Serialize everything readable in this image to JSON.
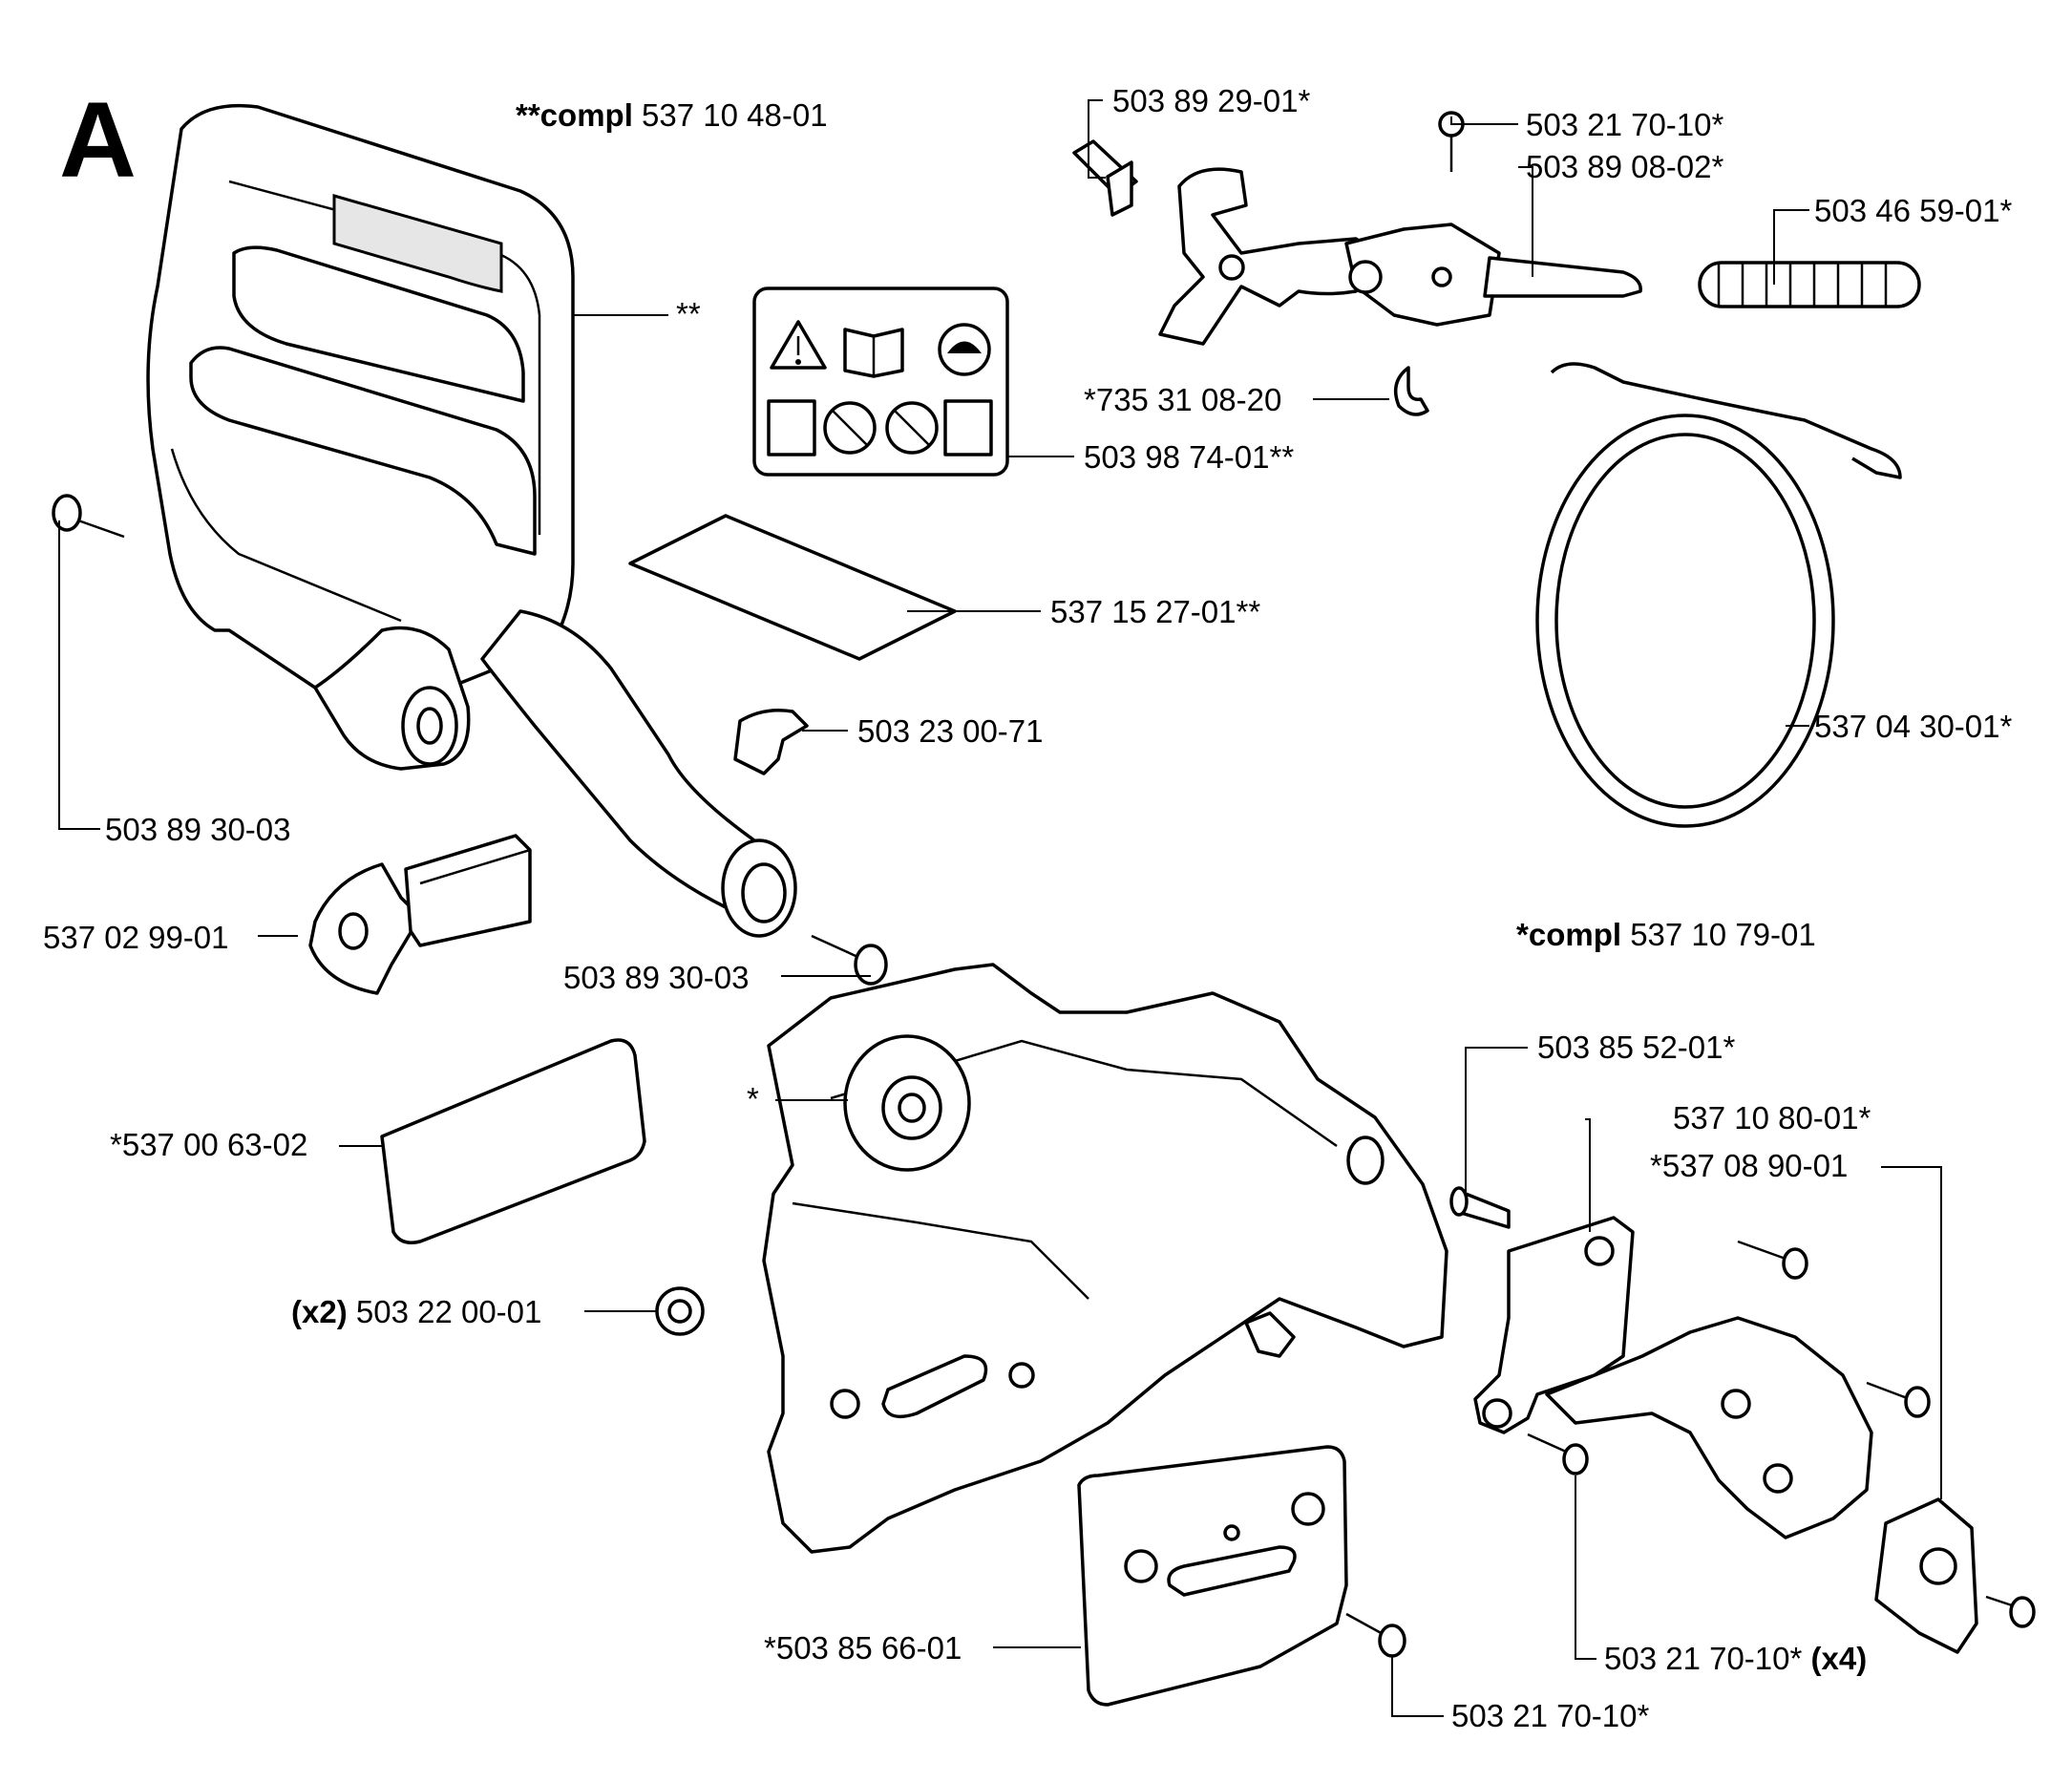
{
  "diagram": {
    "section_letter": "A",
    "groups": [
      {
        "id": "handguard",
        "prefix": "**compl",
        "number": "537 10 48-01"
      },
      {
        "id": "clutch_cover",
        "prefix": "*compl",
        "number": "537 10 79-01"
      }
    ],
    "callouts": {
      "c01": {
        "text": "503 89 29-01*"
      },
      "c02": {
        "text": "503 21 70-10*"
      },
      "c03": {
        "text": "503 89 08-02*"
      },
      "c04": {
        "text": "503 46 59-01*"
      },
      "c05": {
        "text": "**"
      },
      "c06": {
        "text": "*735 31 08-20"
      },
      "c07": {
        "text": "503 98 74-01**"
      },
      "c08": {
        "text": "537 15 27-01**"
      },
      "c09": {
        "text": "537 04 30-01*"
      },
      "c10": {
        "text": "503 23 00-71"
      },
      "c11": {
        "text": "503 89 30-03"
      },
      "c12": {
        "text": "537 02 99-01"
      },
      "c13": {
        "text": "503 89 30-03"
      },
      "c14": {
        "text": "503 85 52-01*"
      },
      "c15": {
        "text": "537 10 80-01*"
      },
      "c16": {
        "text": "*537 08 90-01"
      },
      "c17": {
        "text": "*"
      },
      "c18": {
        "text": "*537 00 63-02"
      },
      "c19": {
        "qty": "(x2)",
        "text": "503 22 00-01"
      },
      "c20": {
        "text": "*503 85 66-01"
      },
      "c21": {
        "text": "503 21 70-10*",
        "qty": "(x4)"
      },
      "c22": {
        "text": "503 21 70-10*"
      }
    }
  }
}
